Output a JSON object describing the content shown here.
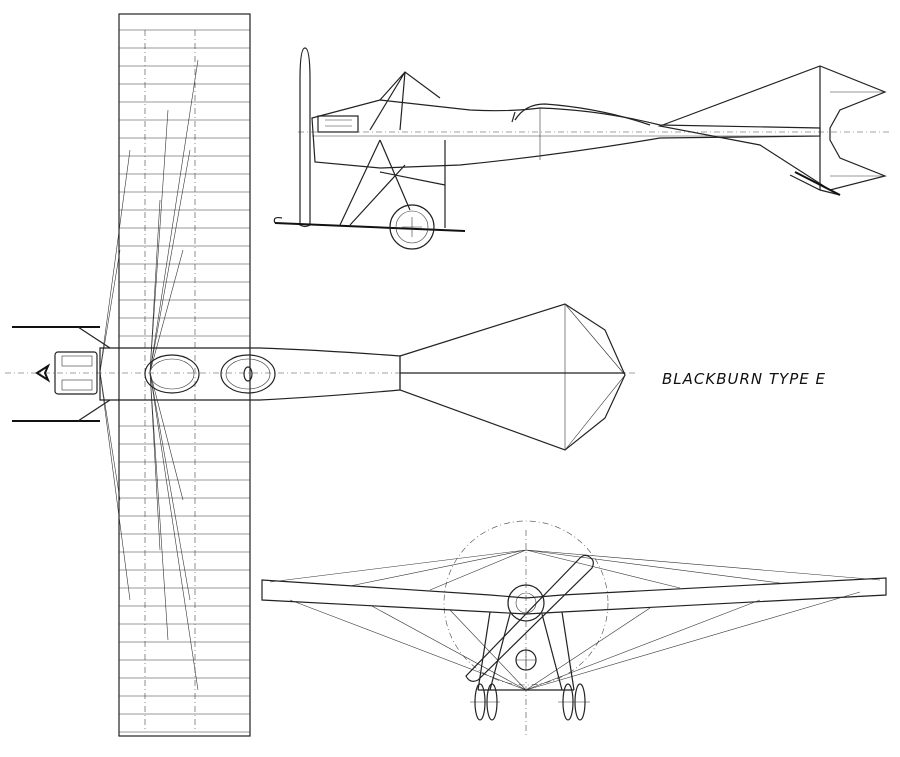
{
  "caption": "BLACKBURN TYPE E",
  "views": [
    "top",
    "side",
    "front"
  ],
  "colors": {
    "ink": "#222222",
    "paper": "#ffffff"
  }
}
